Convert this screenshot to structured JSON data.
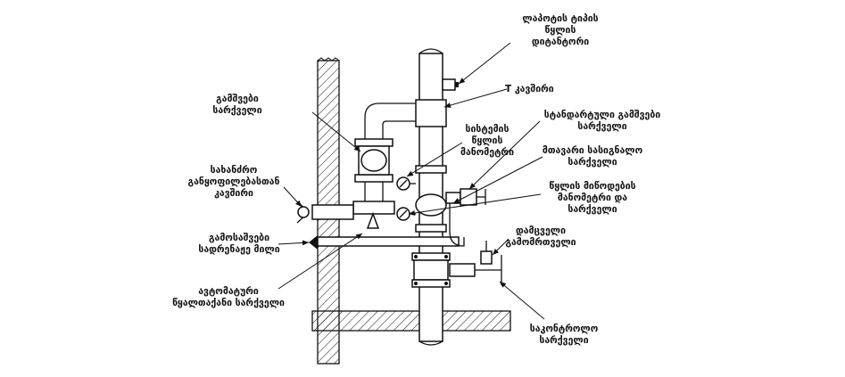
{
  "diagram": {
    "labels": {
      "air_vent": [
        "ლაპოტის ტიპის",
        "წყლის",
        "დიტანტორი"
      ],
      "t_connector": [
        "T კავშირი"
      ],
      "standard_valve": [
        "სტანდარტული გამშვები",
        "სარქველი"
      ],
      "main_valve": [
        "გამშვები",
        "სარქველი"
      ],
      "signal_pressure_gauge": [
        "სისტემის",
        "წყლის",
        "მანომეტრი"
      ],
      "main_control_valve": [
        "მთავარი სასიგნალო",
        "სარქველი"
      ],
      "fire_dept_connection": [
        "სახანძრო",
        "განყოფილებასთან",
        "კავშირი"
      ],
      "water_pressure_valve": [
        "წყლის მიწოდების",
        "მანომეტრი და",
        "სარქველი"
      ],
      "drain_pipe": [
        "გამოსაშვები",
        "სადრენაჟე მილი"
      ],
      "drain_check": [
        "დამცველი",
        "გამომრთველი"
      ],
      "automatic_valve": [
        "ავტომატური",
        "წყალთაქანი სარქველი"
      ],
      "control_valve": [
        "საკონტროლო",
        "სარქველი"
      ]
    }
  }
}
